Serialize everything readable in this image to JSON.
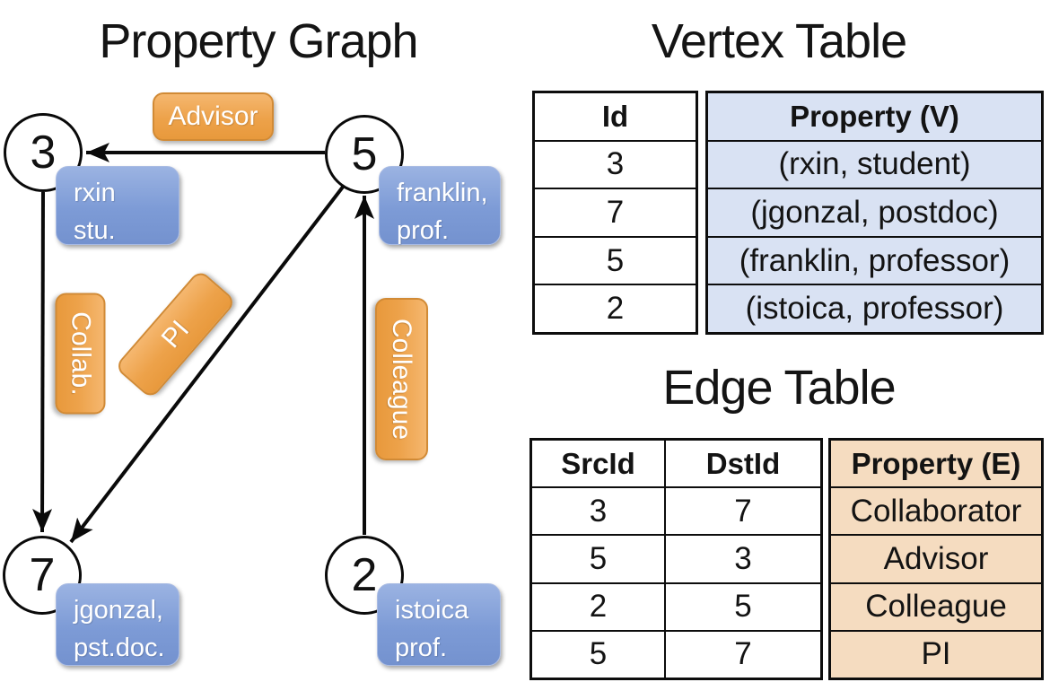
{
  "titles": {
    "graph": "Property Graph",
    "vertex_table": "Vertex Table",
    "edge_table": "Edge Table"
  },
  "colors": {
    "edge_pill_orange": "#ED9F44",
    "edge_pill_border": "#D18A35",
    "vertex_box_blue": "#7D9BD6",
    "vertex_table_cell_blue": "#D9E2F3",
    "edge_table_cell_peach": "#F5DCC0",
    "line_black": "#0D0D0D"
  },
  "graph": {
    "nodes": [
      {
        "label": "3",
        "prop": [
          "rxin",
          "stu."
        ]
      },
      {
        "label": "5",
        "prop": [
          "franklin,",
          "prof."
        ]
      },
      {
        "label": "7",
        "prop": [
          "jgonzal,",
          "pst.doc."
        ]
      },
      {
        "label": "2",
        "prop": [
          "istoica",
          "prof."
        ]
      }
    ],
    "edge_labels": [
      {
        "text": "Advisor"
      },
      {
        "text": "Collab."
      },
      {
        "text": "PI"
      },
      {
        "text": "Colleague"
      }
    ]
  },
  "vertex_table": {
    "columns": [
      "Id",
      "Property (V)"
    ],
    "rows": [
      [
        "3",
        "(rxin, student)"
      ],
      [
        "7",
        "(jgonzal, postdoc)"
      ],
      [
        "5",
        "(franklin, professor)"
      ],
      [
        "2",
        "(istoica, professor)"
      ]
    ]
  },
  "edge_table": {
    "columns": [
      "SrcId",
      "DstId",
      "Property (E)"
    ],
    "rows": [
      [
        "3",
        "7",
        "Collaborator"
      ],
      [
        "5",
        "3",
        "Advisor"
      ],
      [
        "2",
        "5",
        "Colleague"
      ],
      [
        "5",
        "7",
        "PI"
      ]
    ]
  }
}
